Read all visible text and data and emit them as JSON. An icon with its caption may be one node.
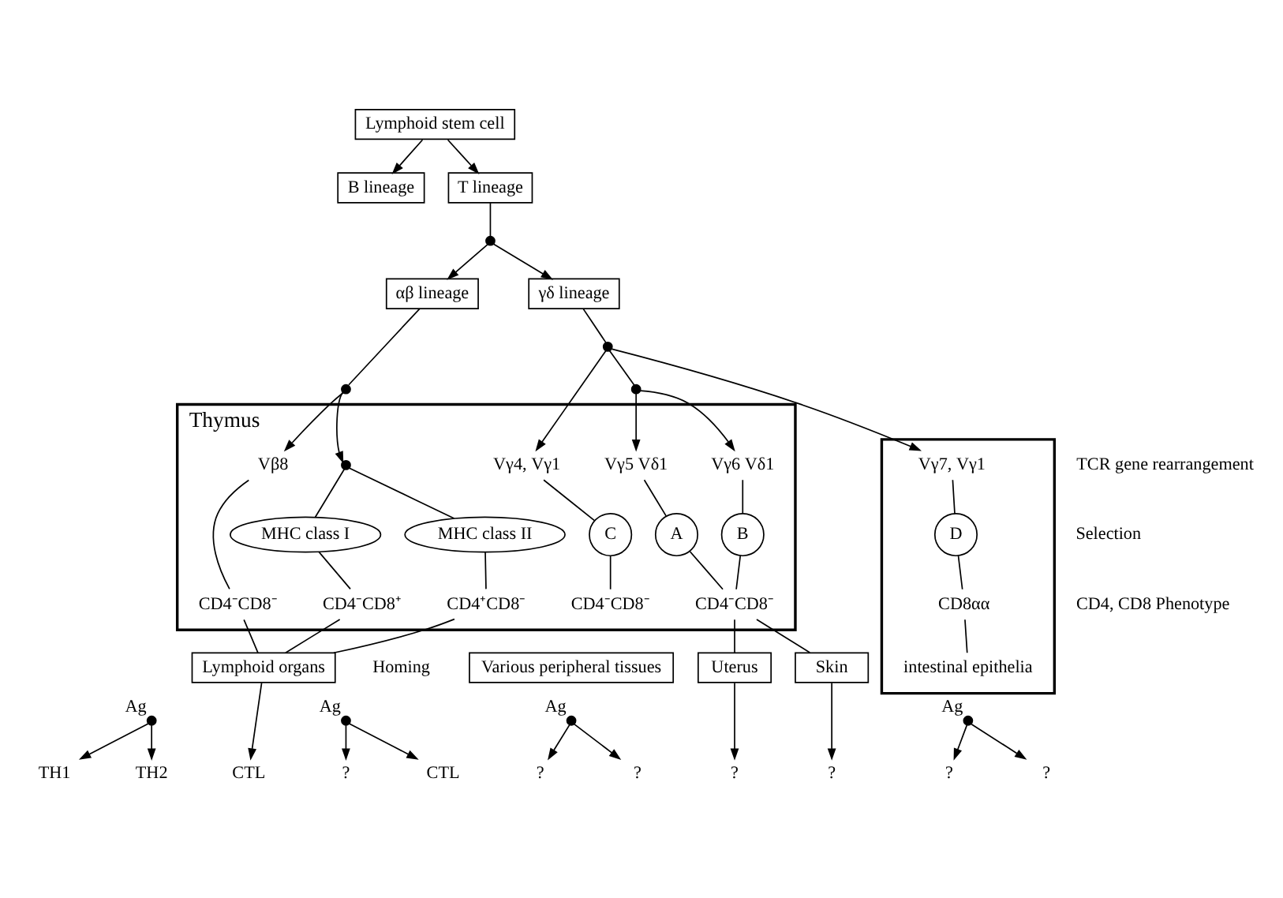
{
  "diagram": {
    "nodes": [
      {
        "text": [
          "Lymphoid stem cell"
        ]
      },
      {
        "text": [
          "B lineage"
        ]
      },
      {
        "text": [
          "T lineage"
        ]
      },
      {
        "text": [],
        "shape": "circle"
      },
      {
        "text": [
          "αβ lineage"
        ]
      },
      {
        "text": [
          "γδ lineage"
        ]
      },
      {
        "text": [],
        "shape": "circle"
      },
      {
        "text": [],
        "shape": "circle"
      },
      {
        "text": [
          "Thymus"
        ]
      },
      {
        "text": [],
        "shape": "circle"
      },
      {
        "text": [
          "Vβ8"
        ],
        "in": 8
      },
      {
        "text": [],
        "shape": "circle",
        "in": 8
      },
      {
        "text": [
          "Vγ5 Vδ1"
        ],
        "in": 8
      },
      {
        "text": [
          "Vγ6 Vδ1"
        ],
        "in": 8
      },
      {
        "text": [
          "Vγ4, Vγ1"
        ],
        "in": 8
      },
      {
        "text": [],
        "shape": "box"
      },
      {
        "text": [
          "Vγ7, Vγ1"
        ],
        "in": 15
      },
      {
        "text": [
          "MHC class I"
        ],
        "in": 8
      },
      {
        "text": [
          "MHC class II"
        ],
        "in": 8
      },
      {
        "text": [
          "A"
        ],
        "in": 8
      },
      {
        "text": [
          "B"
        ],
        "in": 8
      },
      {
        "text": [
          "C"
        ],
        "in": 8
      },
      {
        "text": [
          "D"
        ],
        "in": 15
      },
      {
        "text": [
          "CD4⁻CD8⁻"
        ],
        "in": 8
      },
      {
        "text": [
          "CD4⁻CD8⁺"
        ],
        "in": 8
      },
      {
        "text": [
          "CD4⁺CD8⁻"
        ],
        "in": 8
      },
      {
        "text": [
          "CD4⁻CD8⁻"
        ],
        "in": 8
      },
      {
        "text": [
          "CD4⁻CD8⁻"
        ],
        "in": 8
      },
      {
        "text": [
          "CD8αα"
        ],
        "in": 15
      },
      {
        "text": [
          "Lymphoid organs"
        ]
      },
      {
        "text": [
          "Skin"
        ]
      },
      {
        "text": [
          "Uterus"
        ]
      },
      {
        "text": [
          "Various peripheral tissues"
        ]
      },
      {
        "text": [
          "intestinal epithelia"
        ],
        "in": 15
      },
      {
        "text": [
          "CTL"
        ]
      },
      {
        "text": [],
        "shape": "circle",
        "beside": [
          "Ag"
        ]
      },
      {
        "text": [],
        "shape": "circle",
        "beside": [
          "Ag"
        ]
      },
      {
        "text": [
          "CTL"
        ]
      },
      {
        "text": [
          "?"
        ]
      },
      {
        "text": [
          "TH1"
        ]
      },
      {
        "text": [
          "TH2"
        ]
      },
      {
        "text": [
          "?"
        ]
      },
      {
        "text": [
          "?"
        ]
      },
      {
        "text": [],
        "shape": "circle",
        "beside": [
          "Ag"
        ]
      },
      {
        "text": [
          "?"
        ]
      },
      {
        "text": [
          "?"
        ]
      },
      {
        "text": [],
        "shape": "circle",
        "beside": [
          "Ag"
        ]
      },
      {
        "text": [
          "?"
        ]
      },
      {
        "text": [
          "?"
        ]
      }
    ],
    "edges": [
      {
        "from": 0,
        "to": 1,
        "arrow": "to"
      },
      {
        "from": 0,
        "to": 2,
        "arrow": "to"
      },
      {
        "from": 2,
        "to": 3,
        "arrow": "none"
      },
      {
        "from": 3,
        "to": 4,
        "arrow": "to"
      },
      {
        "from": 3,
        "to": 5,
        "arrow": "to"
      },
      {
        "from": 4,
        "to": 6,
        "arrow": "none"
      },
      {
        "from": 5,
        "to": 7,
        "arrow": "none"
      },
      {
        "from": 6,
        "to": 10,
        "arrow": "to"
      },
      {
        "from": 6,
        "to": 11,
        "arrow": "to"
      },
      {
        "from": 7,
        "to": 9,
        "arrow": "none"
      },
      {
        "from": 7,
        "to": 14,
        "arrow": "to"
      },
      {
        "from": 7,
        "to": 16,
        "arrow": "to"
      },
      {
        "from": 9,
        "to": 12,
        "arrow": "to"
      },
      {
        "from": 9,
        "to": 13,
        "arrow": "to"
      },
      {
        "from": 11,
        "to": 17,
        "arrow": "none"
      },
      {
        "from": 11,
        "to": 18,
        "arrow": "none"
      },
      {
        "from": 12,
        "to": 19,
        "arrow": "none"
      },
      {
        "from": 13,
        "to": 20,
        "arrow": "none"
      },
      {
        "from": 14,
        "to": 21,
        "arrow": "none"
      },
      {
        "from": 16,
        "to": 22,
        "arrow": "none"
      },
      {
        "from": 10,
        "to": 23,
        "arrow": "none"
      },
      {
        "from": 17,
        "to": 24,
        "arrow": "none"
      },
      {
        "from": 18,
        "to": 25,
        "arrow": "none"
      },
      {
        "from": 19,
        "to": 26,
        "arrow": "none"
      },
      {
        "from": 20,
        "to": 26,
        "arrow": "none"
      },
      {
        "from": 21,
        "to": 27,
        "arrow": "none"
      },
      {
        "from": 22,
        "to": 28,
        "arrow": "none"
      },
      {
        "from": 23,
        "to": 29,
        "arrow": "none"
      },
      {
        "from": 24,
        "to": 29,
        "arrow": "none"
      },
      {
        "from": 25,
        "to": 29,
        "arrow": "none"
      },
      {
        "from": 26,
        "to": 30,
        "arrow": "none"
      },
      {
        "from": 26,
        "to": 31,
        "arrow": "none"
      },
      {
        "from": 28,
        "to": 33,
        "arrow": "none"
      },
      {
        "from": 29,
        "to": 34,
        "arrow": "to"
      },
      {
        "from": 35,
        "to": 37,
        "arrow": "to"
      },
      {
        "from": 35,
        "to": 38,
        "arrow": "to"
      },
      {
        "from": 36,
        "to": 39,
        "arrow": "to"
      },
      {
        "from": 36,
        "to": 40,
        "arrow": "to"
      },
      {
        "from": 30,
        "to": 41,
        "arrow": "to"
      },
      {
        "from": 31,
        "to": 42,
        "arrow": "to"
      },
      {
        "from": 43,
        "to": 44,
        "arrow": "to"
      },
      {
        "from": 43,
        "to": 45,
        "arrow": "to"
      },
      {
        "from": 46,
        "to": 47,
        "arrow": "to"
      },
      {
        "from": 46,
        "to": 48,
        "arrow": "to"
      }
    ],
    "labels": [
      "TCR gene rearrangement",
      "Selection",
      "CD4, CD8 Phenotype",
      "Homing"
    ]
  }
}
